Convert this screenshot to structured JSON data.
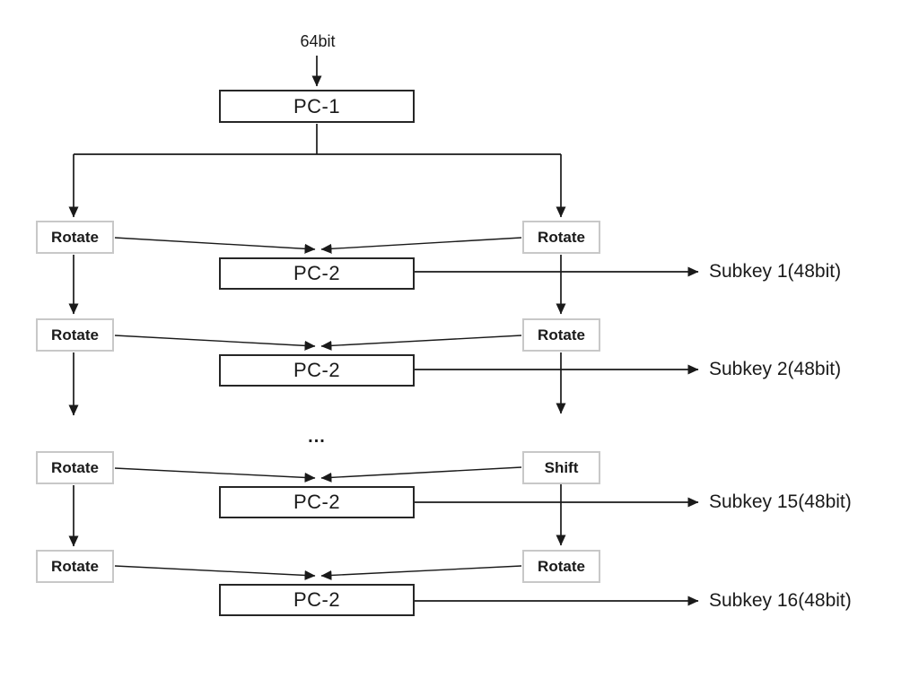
{
  "diagram": {
    "input_label": "64bit",
    "pc1_label": "PC-1",
    "ellipsis_label": "...",
    "rows": [
      {
        "left_box": "Rotate",
        "right_box": "Rotate",
        "pc2_label": "PC-2",
        "subkey_label": "Subkey 1(48bit)"
      },
      {
        "left_box": "Rotate",
        "right_box": "Rotate",
        "pc2_label": "PC-2",
        "subkey_label": "Subkey 2(48bit)"
      },
      {
        "left_box": "Rotate",
        "right_box": "Shift",
        "pc2_label": "PC-2",
        "subkey_label": "Subkey 15(48bit)"
      },
      {
        "left_box": "Rotate",
        "right_box": "Rotate",
        "pc2_label": "PC-2",
        "subkey_label": "Subkey 16(48bit)"
      }
    ],
    "colors": {
      "line": "#1a1a1a",
      "pc_box_border": "#262626",
      "small_box_border": "#c8c8c8",
      "text": "#1a1a1a",
      "background": "#ffffff"
    }
  }
}
